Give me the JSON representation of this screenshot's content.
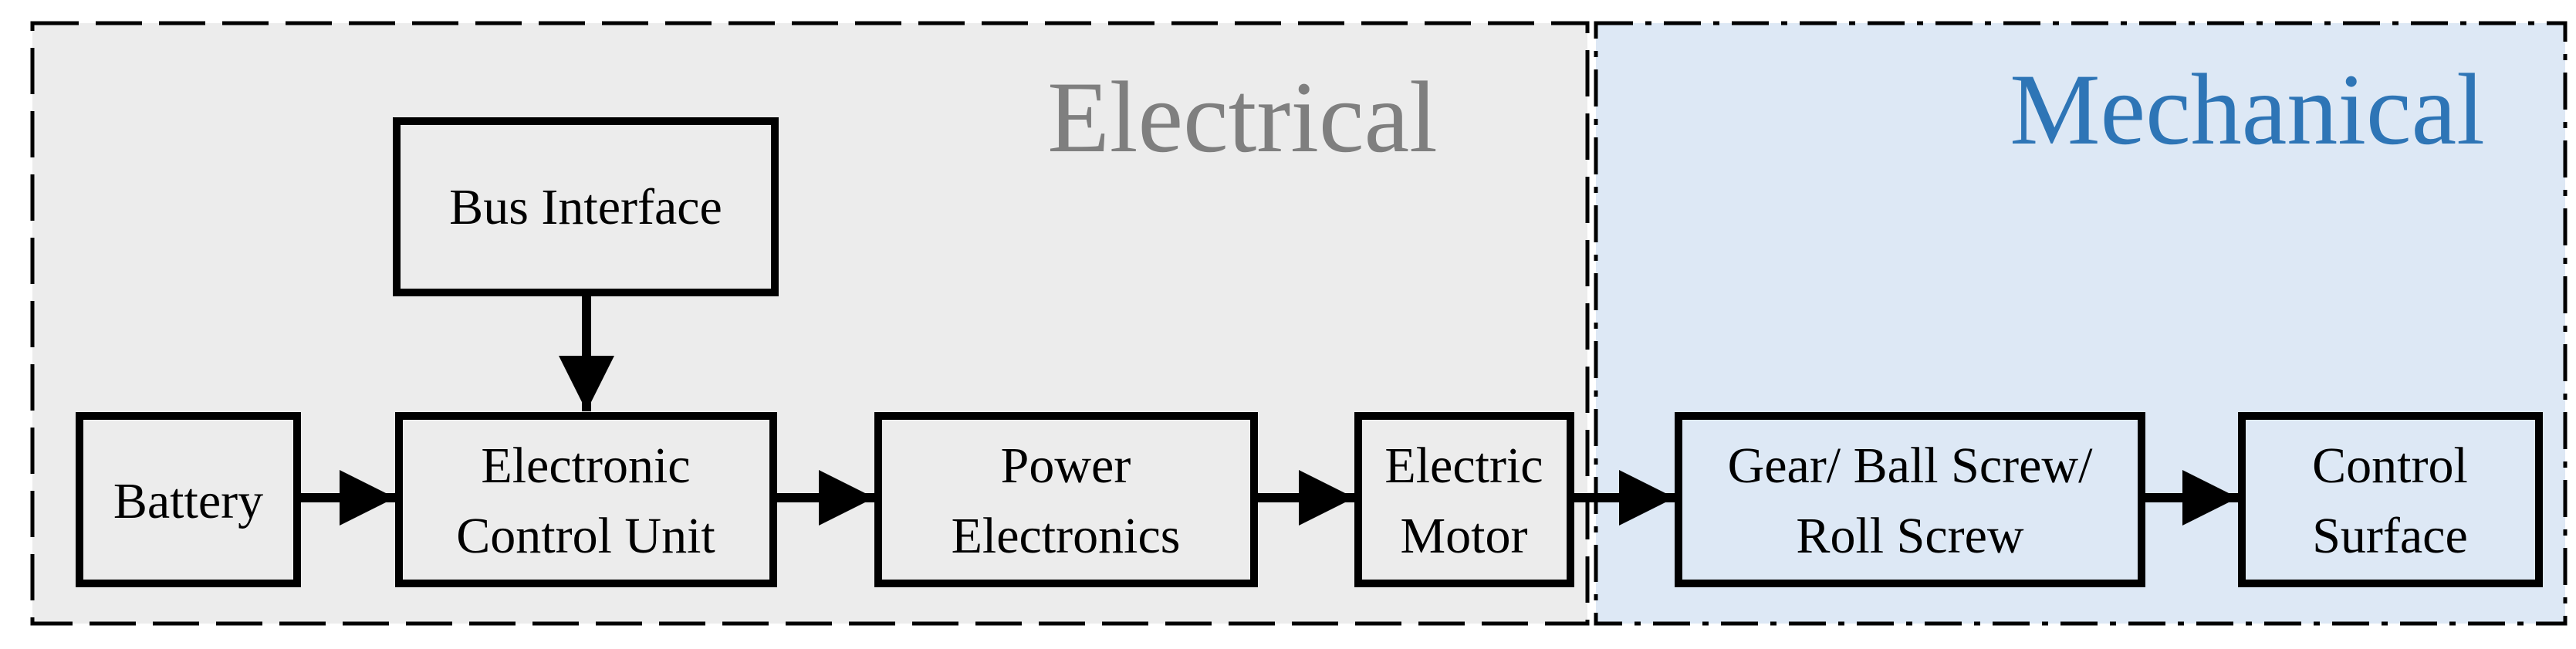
{
  "regions": {
    "electrical": {
      "title": "Electrical",
      "title_color": "#7f7f7f",
      "fill": "#ececec"
    },
    "mechanical": {
      "title": "Mechanical",
      "title_color": "#2e75b6",
      "fill": "#dde8f5"
    }
  },
  "blocks": {
    "bus_interface": {
      "lines": [
        "Bus Interface"
      ]
    },
    "battery": {
      "lines": [
        "Battery"
      ]
    },
    "ecu": {
      "lines": [
        "Electronic",
        "Control Unit"
      ]
    },
    "power_electronics": {
      "lines": [
        "Power",
        "Electronics"
      ]
    },
    "electric_motor": {
      "lines": [
        "Electric",
        "Motor"
      ]
    },
    "gear_screw": {
      "lines": [
        "Gear/ Ball Screw/",
        "Roll Screw"
      ]
    },
    "control_surface": {
      "lines": [
        "Control",
        "Surface"
      ]
    }
  },
  "colors": {
    "block_stroke": "#000000",
    "arrow": "#000000",
    "region_border": "#000000"
  }
}
